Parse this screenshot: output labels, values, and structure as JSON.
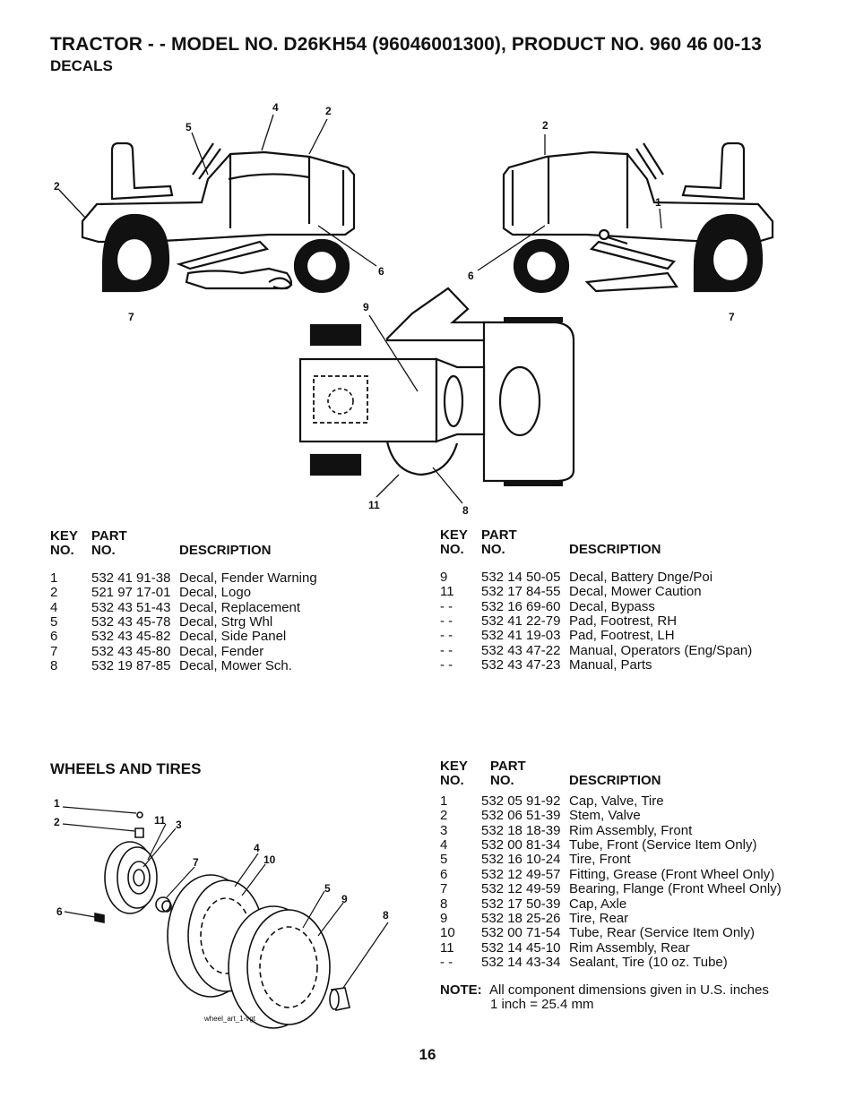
{
  "header": {
    "title": "TRACTOR - - MODEL NO. D26KH54 (96046001300), PRODUCT NO. 960 46 00-13",
    "section": "DECALS"
  },
  "decals_diagram": {
    "callouts": [
      "4",
      "2",
      "5",
      "2",
      "6",
      "7",
      "2",
      "1",
      "6",
      "7",
      "9",
      "11",
      "8"
    ]
  },
  "decals_table_left": {
    "headers": {
      "key": "KEY",
      "no": "NO.",
      "part": "PART",
      "part_no": "NO.",
      "description": "DESCRIPTION"
    },
    "rows": [
      {
        "key": "1",
        "part": "532 41 91-38",
        "desc": "Decal, Fender Warning"
      },
      {
        "key": "2",
        "part": "521 97 17-01",
        "desc": "Decal, Logo"
      },
      {
        "key": "4",
        "part": "532 43 51-43",
        "desc": "Decal, Replacement"
      },
      {
        "key": "5",
        "part": "532 43 45-78",
        "desc": "Decal, Strg Whl"
      },
      {
        "key": "6",
        "part": "532 43 45-82",
        "desc": "Decal, Side Panel"
      },
      {
        "key": "7",
        "part": "532 43 45-80",
        "desc": "Decal, Fender"
      },
      {
        "key": "8",
        "part": "532 19 87-85",
        "desc": "Decal, Mower Sch."
      }
    ]
  },
  "decals_table_right": {
    "headers": {
      "key": "KEY",
      "no": "NO.",
      "part": "PART",
      "part_no": "NO.",
      "description": "DESCRIPTION"
    },
    "rows": [
      {
        "key": "9",
        "part": "532 14 50-05",
        "desc": "Decal, Battery Dnge/Poi"
      },
      {
        "key": "11",
        "part": "532 17 84-55",
        "desc": "Decal, Mower Caution"
      },
      {
        "key": "- -",
        "part": "532 16 69-60",
        "desc": "Decal, Bypass"
      },
      {
        "key": "- -",
        "part": "532 41 22-79",
        "desc": "Pad, Footrest, RH"
      },
      {
        "key": "- -",
        "part": "532 41 19-03",
        "desc": "Pad, Footrest, LH"
      },
      {
        "key": "- -",
        "part": "532 43 47-22",
        "desc": "Manual, Operators (Eng/Span)"
      },
      {
        "key": "- -",
        "part": "532 43 47-23",
        "desc": "Manual, Parts"
      }
    ]
  },
  "wheels": {
    "section_title": "WHEELS AND TIRES",
    "callouts": [
      "1",
      "2",
      "11",
      "3",
      "4",
      "10",
      "7",
      "5",
      "9",
      "6",
      "8"
    ],
    "art_label": "wheel_art_1-vgt",
    "table": {
      "headers": {
        "key": "KEY",
        "no": "NO.",
        "part": "PART",
        "part_no": "NO.",
        "description": "DESCRIPTION"
      },
      "rows": [
        {
          "key": "1",
          "part": "532 05 91-92",
          "desc": "Cap, Valve, Tire"
        },
        {
          "key": "2",
          "part": "532 06 51-39",
          "desc": "Stem, Valve"
        },
        {
          "key": "3",
          "part": "532 18 18-39",
          "desc": "Rim Assembly, Front"
        },
        {
          "key": "4",
          "part": "532 00 81-34",
          "desc": "Tube, Front (Service Item Only)"
        },
        {
          "key": "5",
          "part": "532 16 10-24",
          "desc": "Tire, Front"
        },
        {
          "key": "6",
          "part": "532 12 49-57",
          "desc": "Fitting, Grease (Front Wheel Only)"
        },
        {
          "key": "7",
          "part": "532 12 49-59",
          "desc": "Bearing, Flange (Front Wheel Only)"
        },
        {
          "key": "8",
          "part": "532 17 50-39",
          "desc": "Cap, Axle"
        },
        {
          "key": "9",
          "part": "532 18 25-26",
          "desc": "Tire, Rear"
        },
        {
          "key": "10",
          "part": "532 00 71-54",
          "desc": "Tube, Rear (Service Item Only)"
        },
        {
          "key": "11",
          "part": "532 14 45-10",
          "desc": "Rim Assembly, Rear"
        },
        {
          "key": "- -",
          "part": "532 14 43-34",
          "desc": "Sealant, Tire (10 oz. Tube)"
        }
      ]
    },
    "note_label": "NOTE:",
    "note_line1": "All component dimensions given in U.S. inches",
    "note_line2": "1 inch = 25.4 mm"
  },
  "footer": {
    "page_number": "16"
  }
}
